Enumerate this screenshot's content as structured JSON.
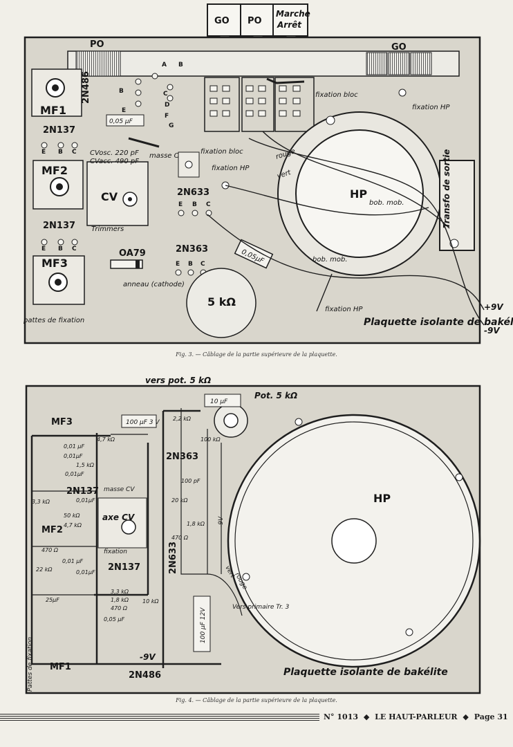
{
  "switch_labels": {
    "go": "GO",
    "po": "PO",
    "marche": "Marche",
    "arret": "Arrêt"
  },
  "fig3": {
    "po": "PO",
    "go": "GO",
    "mf1": "MF1",
    "mf2": "MF2",
    "mf3": "MF3",
    "t1": "2N486",
    "t2": "2N137",
    "t3": "2N137",
    "t4": "2N633",
    "t5": "2N363",
    "cv": "CV",
    "hp": "HP",
    "diode": "OA79",
    "cap1": "0,05 µF",
    "cap2": "0,05µF",
    "pot": "5 kΩ",
    "res": "5 kΩ",
    "cv_osc": "CVosc. 220 pF",
    "cv_acc": "CVacc. 490 pF",
    "masse_cv": "masse CV",
    "trimmers": "Trimmers",
    "fixation_bloc": "fixation bloc",
    "fixation_hp": "fixation HP",
    "fixation_bloc2": "fixation bloc",
    "fixation_hp2": "fixation HP",
    "fixation_hp3": "fixation HP",
    "rouge": "rouge",
    "vert": "vert",
    "bob_mob": "bob. mob.",
    "bob_mob2": "bob. mob.",
    "transfo": "Transfo de sortie",
    "anneau": "anneau (cathode)",
    "pattes": "pattes de fixation",
    "plaquette": "Plaquette isolante de bakélite",
    "plus9v": "+9V",
    "minus9v": "-9V",
    "ebc": [
      "E",
      "B",
      "C"
    ],
    "pins": [
      "A",
      "B",
      "C",
      "D",
      "E",
      "F",
      "G"
    ]
  },
  "caption3": "Fig. 3. — Câblage de la partie supérieure de la plaquette.",
  "fig4": {
    "vers_pot": "vers pot. 5 kΩ",
    "pot": "Pot. 5 kΩ",
    "mf3": "MF3",
    "mf2": "MF2",
    "mf1": "MF1",
    "t1": "2N137",
    "t2": "2N137",
    "t3": "2N363",
    "t4": "2N633",
    "t5": "2N486",
    "hp": "HP",
    "c100": "100 µF 3 V",
    "c10": "10 µF",
    "c100b": "100 µF 12V",
    "masse_cv": "masse CV",
    "axe_cv": "axe CV",
    "fixation": "fixation",
    "minus9v": "-9V",
    "minus9v2": "-9V",
    "vers_primaire": "Vers primaire Tr. 3",
    "rouge": "rouge",
    "vert": "vert",
    "pattes": "Pattes de fixation",
    "plaquette": "Plaquette isolante de bakélite",
    "values": [
      "4,7 kΩ",
      "0,01 µF",
      "0,01µF",
      "1,5 kΩ",
      "0,01µF",
      "0,01µF",
      "3,3 kΩ",
      "50 kΩ",
      "4,7 kΩ",
      "470 Ω",
      "0,01 µF",
      "22 kΩ",
      "3,3 kΩ",
      "1,8 kΩ",
      "470 Ω",
      "0,05 µF",
      "10 kΩ",
      "100 kΩ",
      "100 pF",
      "20 kΩ",
      "1,8 kΩ",
      "470 Ω",
      "2,2 kΩ",
      "0,01µF",
      "25µF"
    ]
  },
  "caption4": "Fig. 4. — Câblage de la partie supérieure de la plaquette.",
  "footer": {
    "number": "N° 1013",
    "title": "LE HAUT-PARLEUR",
    "page": "Page 31",
    "diamond": "◆"
  },
  "colors": {
    "paper": "#f1efe8",
    "board": "#d9d6cc",
    "ink": "#1e1e1e"
  }
}
